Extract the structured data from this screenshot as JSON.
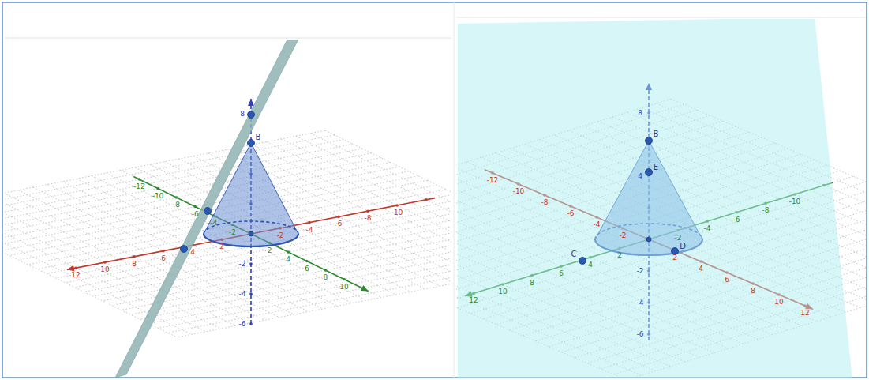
{
  "diagram": {
    "labels": [
      "B",
      "2",
      "4",
      "6",
      "8",
      "10",
      "12",
      "-2",
      "-4",
      "-6",
      "-8",
      "-10",
      "2",
      "4",
      "6",
      "8",
      "10",
      "-2",
      "-4",
      "-6",
      "-8",
      "-10",
      "-12",
      "8",
      "-2",
      "-4",
      "-6",
      "B",
      "E",
      "C",
      "D",
      "2",
      "4",
      "6",
      "8",
      "10",
      "12",
      "-2",
      "-4",
      "-6",
      "-8",
      "-10",
      "-12",
      "2",
      "4",
      "6",
      "8",
      "10",
      "12",
      "-2",
      "-4",
      "-6",
      "-8",
      "-10",
      "8",
      "4",
      "-2",
      "-4",
      "-6"
    ]
  }
}
